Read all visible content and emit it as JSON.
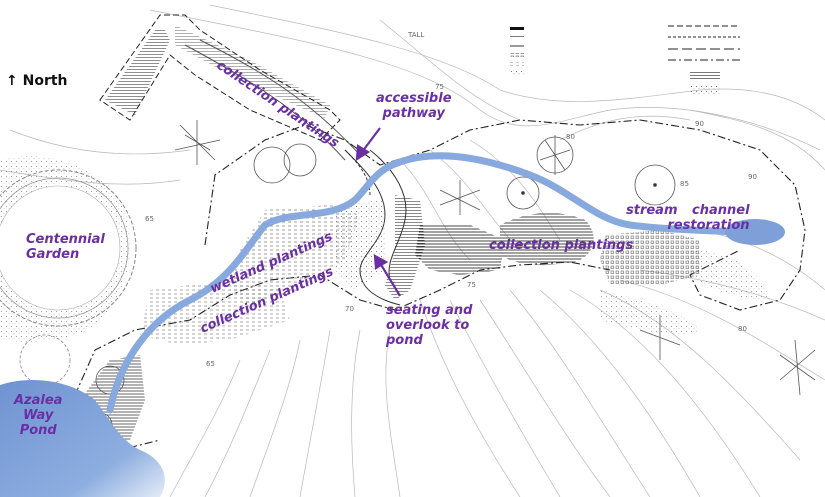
{
  "north": {
    "arrow": "↑",
    "label": "North"
  },
  "labels": {
    "collection_top": "collection plantings",
    "accessible_pathway_1": "accessible",
    "accessible_pathway_2": "pathway",
    "centennial_1": "Centennial",
    "centennial_2": "Garden",
    "wetland": "wetland plantings",
    "collection_mid": "collection plantings",
    "collection_lower": "collection plantings",
    "stream_1": "stream channel",
    "stream_2": "restoration",
    "seating_1": "seating and",
    "seating_2": "overlook to",
    "seating_3": "pond",
    "azalea_1": "Azalea",
    "azalea_2": "Way",
    "azalea_3": "Pond"
  },
  "contours": [
    "75",
    "80",
    "85",
    "90",
    "65",
    "70",
    "75",
    "65",
    "80",
    "90"
  ],
  "legend_mark": "TALL",
  "colors": {
    "label_purple": "#6a2fa2",
    "water_blue": "#88a9dd",
    "pond_blue": "#6f93d2"
  }
}
